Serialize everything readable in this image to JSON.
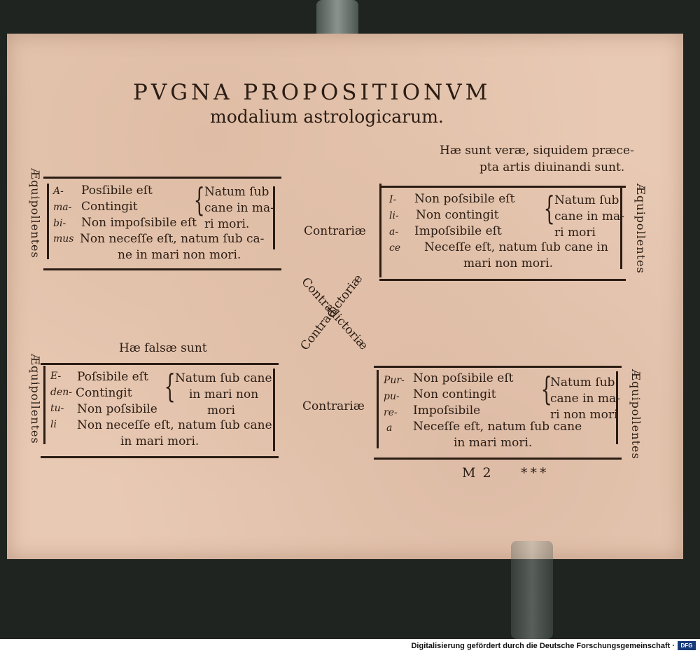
{
  "title": "PVGNA PROPOSITIONVM",
  "subtitle": "modalium astrologicarum.",
  "notes": {
    "verae_line1": "Hæ sunt veræ, siquidem præce-",
    "verae_line2": "pta artis diuinandi sunt.",
    "falsae": "Hæ falsæ sunt"
  },
  "side_labels": {
    "aequipollentes": "Æquipollentes"
  },
  "boxes": {
    "top_left": {
      "syllables": [
        "A-",
        "ma-",
        "bi-",
        "mus"
      ],
      "lines": [
        "Posſibile eſt",
        "Contingit",
        "Non impoſsibile eſt",
        "Non neceſſe eſt, natum ſub ca-",
        "ne in mari non mori."
      ],
      "bracket": [
        "Natum ſub",
        "cane in ma-",
        "ri mori."
      ]
    },
    "top_right": {
      "syllables": [
        "I-",
        "li-",
        "a-",
        "ce"
      ],
      "lines": [
        "Non poſsibile eſt",
        "Non contingit",
        "Impoſsibile eſt",
        "Neceſſe eſt, natum ſub cane in",
        "mari non mori."
      ],
      "bracket": [
        "Natum ſub",
        "cane in ma-",
        "ri mori"
      ]
    },
    "bottom_left": {
      "syllables": [
        "E-",
        "den-",
        "tu-",
        "li"
      ],
      "lines": [
        "Poſsibile eſt",
        "Contingit",
        "Non poſsibile",
        "Non neceſſe eſt, natum ſub cane",
        "in mari mori."
      ],
      "bracket": [
        "Natum ſub cane",
        "in mari non",
        "mori"
      ]
    },
    "bottom_right": {
      "syllables": [
        "Pur-",
        "pu-",
        "re-",
        "a"
      ],
      "lines": [
        "Non poſsibile eſt",
        "Non contingit",
        "Impoſsibile",
        "Neceſſe eſt, natum ſub cane",
        "in mari mori."
      ],
      "bracket": [
        "Natum ſub",
        "cane in ma-",
        "ri non mori"
      ]
    }
  },
  "relations": {
    "contrariae": "Contrariæ",
    "contradictoriae_a": "Contradictoriæ",
    "contradictoriae_b": "Contradictoriæ"
  },
  "signature": {
    "mark": "M 2",
    "stars": "***"
  },
  "footer": {
    "text": "Digitalisierung gefördert durch die Deutsche Forschungsgemeinschaft ·",
    "logo": "DFG"
  }
}
